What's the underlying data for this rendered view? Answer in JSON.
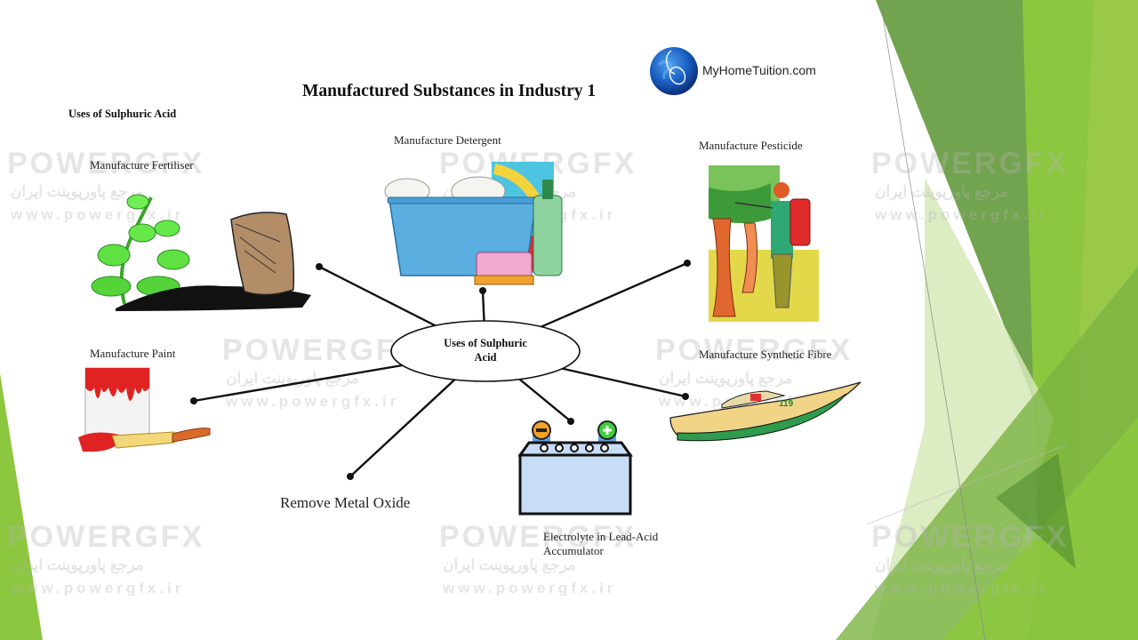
{
  "slide": {
    "title": "Manufactured Substances in Industry 1",
    "subtitle": "Uses of Sulphuric Acid",
    "brand": {
      "name": "MyHomeTuition.com",
      "logo_icon": "globe-mouse-icon"
    },
    "center_node": {
      "line1": "Uses of Sulphuric",
      "line2": "Acid"
    },
    "uses": [
      {
        "id": "fertiliser",
        "label": "Manufacture Fertiliser",
        "icon": "plant-and-fertiliser-sack-icon"
      },
      {
        "id": "detergent",
        "label": "Manufacture Detergent",
        "icon": "detergent-basin-icon"
      },
      {
        "id": "pesticide",
        "label": "Manufacture Pesticide",
        "icon": "farmer-spraying-tree-icon"
      },
      {
        "id": "paint",
        "label": "Manufacture Paint",
        "icon": "paint-can-brush-icon"
      },
      {
        "id": "synthetic-fibre",
        "label": "Manufacture Synthetic Fibre",
        "icon": "speedboat-icon"
      },
      {
        "id": "metal-oxide",
        "label": "Remove Metal Oxide",
        "icon": ""
      },
      {
        "id": "electrolyte",
        "label_line1": "Electrolyte in Lead-Acid",
        "label_line2": "Accumulator",
        "icon": "car-battery-icon"
      }
    ],
    "watermark": {
      "brand": "POWERGFX",
      "persian": "مرجع پاورپوینت ایران",
      "url": "www.powergfx.ir"
    },
    "colors": {
      "accent_dark_green": "#5f9a3c",
      "accent_light_green": "#8dc63f",
      "pale_green": "#d6e9b8",
      "text": "#111111"
    }
  }
}
